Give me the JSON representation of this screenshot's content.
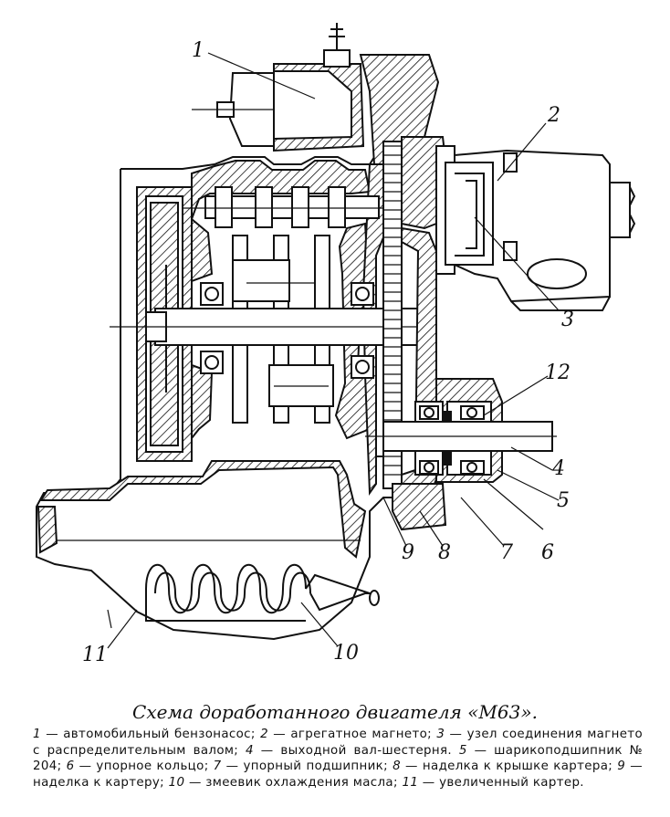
{
  "labels": {
    "l1": "1",
    "l2": "2",
    "l3": "3",
    "l4": "4",
    "l5": "5",
    "l6": "6",
    "l7": "7",
    "l8": "8",
    "l9": "9",
    "l10": "10",
    "l11": "11",
    "l12": "12"
  },
  "caption": {
    "title": "Схема доработанного двигателя «М63».",
    "items": [
      {
        "num": "1",
        "text": " — автомобильный бензонасос; "
      },
      {
        "num": "2",
        "text": " — агрегатное магнето; "
      },
      {
        "num": "3",
        "text": " — узел соединения магнето с распределительным валом; "
      },
      {
        "num": "4",
        "text": " — выходной вал-шестерня. "
      },
      {
        "num": "5",
        "text": " — шарикоподшипник № 204; "
      },
      {
        "num": "6",
        "text": " — упорное кольцо; "
      },
      {
        "num": "7",
        "text": " — упорный подшипник; "
      },
      {
        "num": "8",
        "text": " — наделка к крышке картера; "
      },
      {
        "num": "9",
        "text": " — наделка к картеру; "
      },
      {
        "num": "10",
        "text": " — змеевик охлаждения масла; "
      },
      {
        "num": "11",
        "text": " — увеличенный картер."
      }
    ]
  }
}
